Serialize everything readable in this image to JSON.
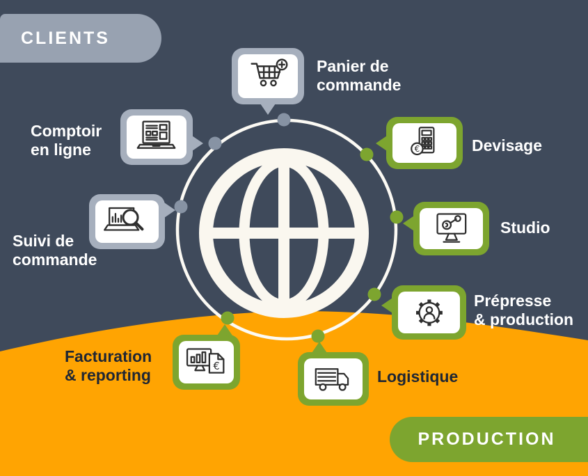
{
  "badges": {
    "clients": "CLIENTS",
    "production": "PRODUCTION"
  },
  "center": {
    "icon": "globe-icon"
  },
  "nodes": [
    {
      "id": "panier",
      "icon": "cart-plus-icon",
      "theme": "gray",
      "lines": [
        "Panier de",
        "commande"
      ]
    },
    {
      "id": "devisage",
      "icon": "calculator-euro-icon",
      "theme": "green",
      "lines": [
        "Devisage"
      ]
    },
    {
      "id": "studio",
      "icon": "design-monitor-icon",
      "theme": "green",
      "lines": [
        "Studio"
      ]
    },
    {
      "id": "prepresse",
      "icon": "gear-user-icon",
      "theme": "green",
      "lines": [
        "Prépresse",
        "& production"
      ]
    },
    {
      "id": "logistique",
      "icon": "truck-icon",
      "theme": "green",
      "lines": [
        "Logistique"
      ]
    },
    {
      "id": "facturation",
      "icon": "report-euro-icon",
      "theme": "green",
      "lines": [
        "Facturation",
        "& reporting"
      ]
    },
    {
      "id": "suivi",
      "icon": "laptop-search-icon",
      "theme": "gray",
      "lines": [
        "Suivi de",
        "commande"
      ]
    },
    {
      "id": "comptoir",
      "icon": "laptop-site-icon",
      "theme": "gray",
      "lines": [
        "Comptoir",
        "en ligne"
      ]
    }
  ],
  "colors": {
    "background": "#3F4A5B",
    "orange": "#FFA402",
    "green": "#7DA52F",
    "gray_badge": "#98A2B1",
    "gray_bubble": "#A6AFBD",
    "dot_gray": "#8793A4",
    "ring_white": "#FCFAF4",
    "dark_text": "#1F2633",
    "white_text": "#FFFFFF"
  }
}
